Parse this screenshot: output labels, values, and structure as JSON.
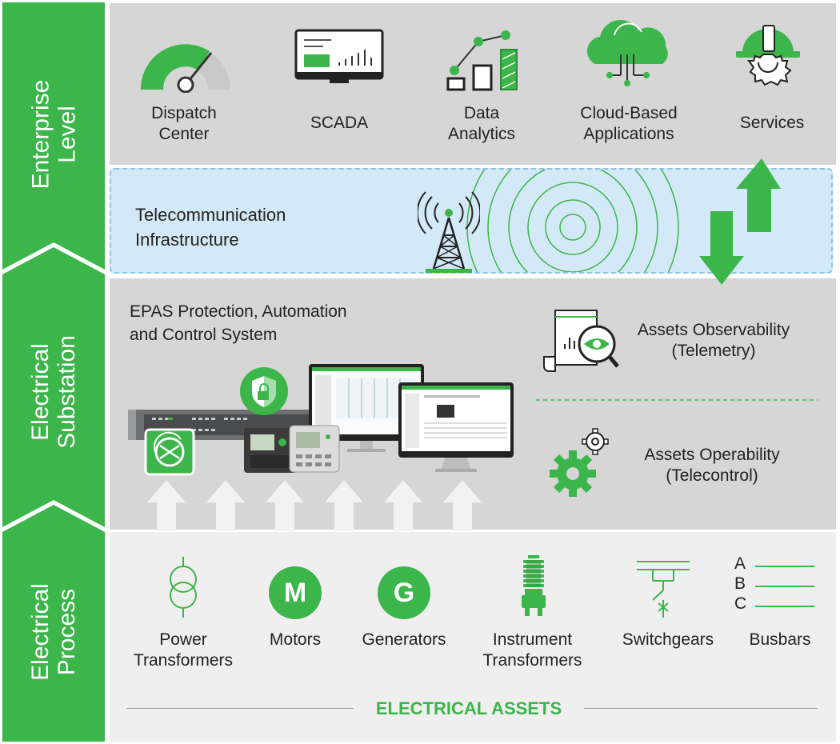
{
  "levels": {
    "enterprise": "Enterprise\nLevel",
    "substation": "Electrical\nSubstation",
    "process": "Electrical\nProcess"
  },
  "enterprise_items": [
    {
      "label": "Dispatch\nCenter",
      "icon": "gauge-icon"
    },
    {
      "label": "SCADA",
      "icon": "monitor-chart-icon"
    },
    {
      "label": "Data\nAnalytics",
      "icon": "analytics-icon"
    },
    {
      "label": "Cloud-Based\nApplications",
      "icon": "cloud-icon"
    },
    {
      "label": "Services",
      "icon": "service-helmet-icon"
    }
  ],
  "telecom": {
    "label": "Telecommunication\nInfrastructure",
    "icon": "radio-tower-icon"
  },
  "substation": {
    "epas_label": "EPAS Protection, Automation\nand Control System",
    "observability": "Assets Observability\n(Telemetry)",
    "operability": "Assets Operability\n(Telecontrol)"
  },
  "assets": [
    {
      "label": "Power\nTransformers",
      "icon": "transformer-icon"
    },
    {
      "label": "Motors",
      "symbol": "M",
      "icon": "motor-icon"
    },
    {
      "label": "Generators",
      "symbol": "G",
      "icon": "generator-icon"
    },
    {
      "label": "Instrument\nTransformers",
      "icon": "instrument-transformer-icon"
    },
    {
      "label": "Switchgears",
      "icon": "switchgear-icon"
    },
    {
      "label": "Busbars",
      "icon": "busbar-icon",
      "phases": [
        "A",
        "B",
        "C"
      ]
    }
  ],
  "footer": "ELECTRICAL ASSETS",
  "colors": {
    "accent": "#3cb54a",
    "band_gray": "#d6d6d6",
    "telecom_blue": "#d3e9f7",
    "process_bg": "#efefef"
  }
}
